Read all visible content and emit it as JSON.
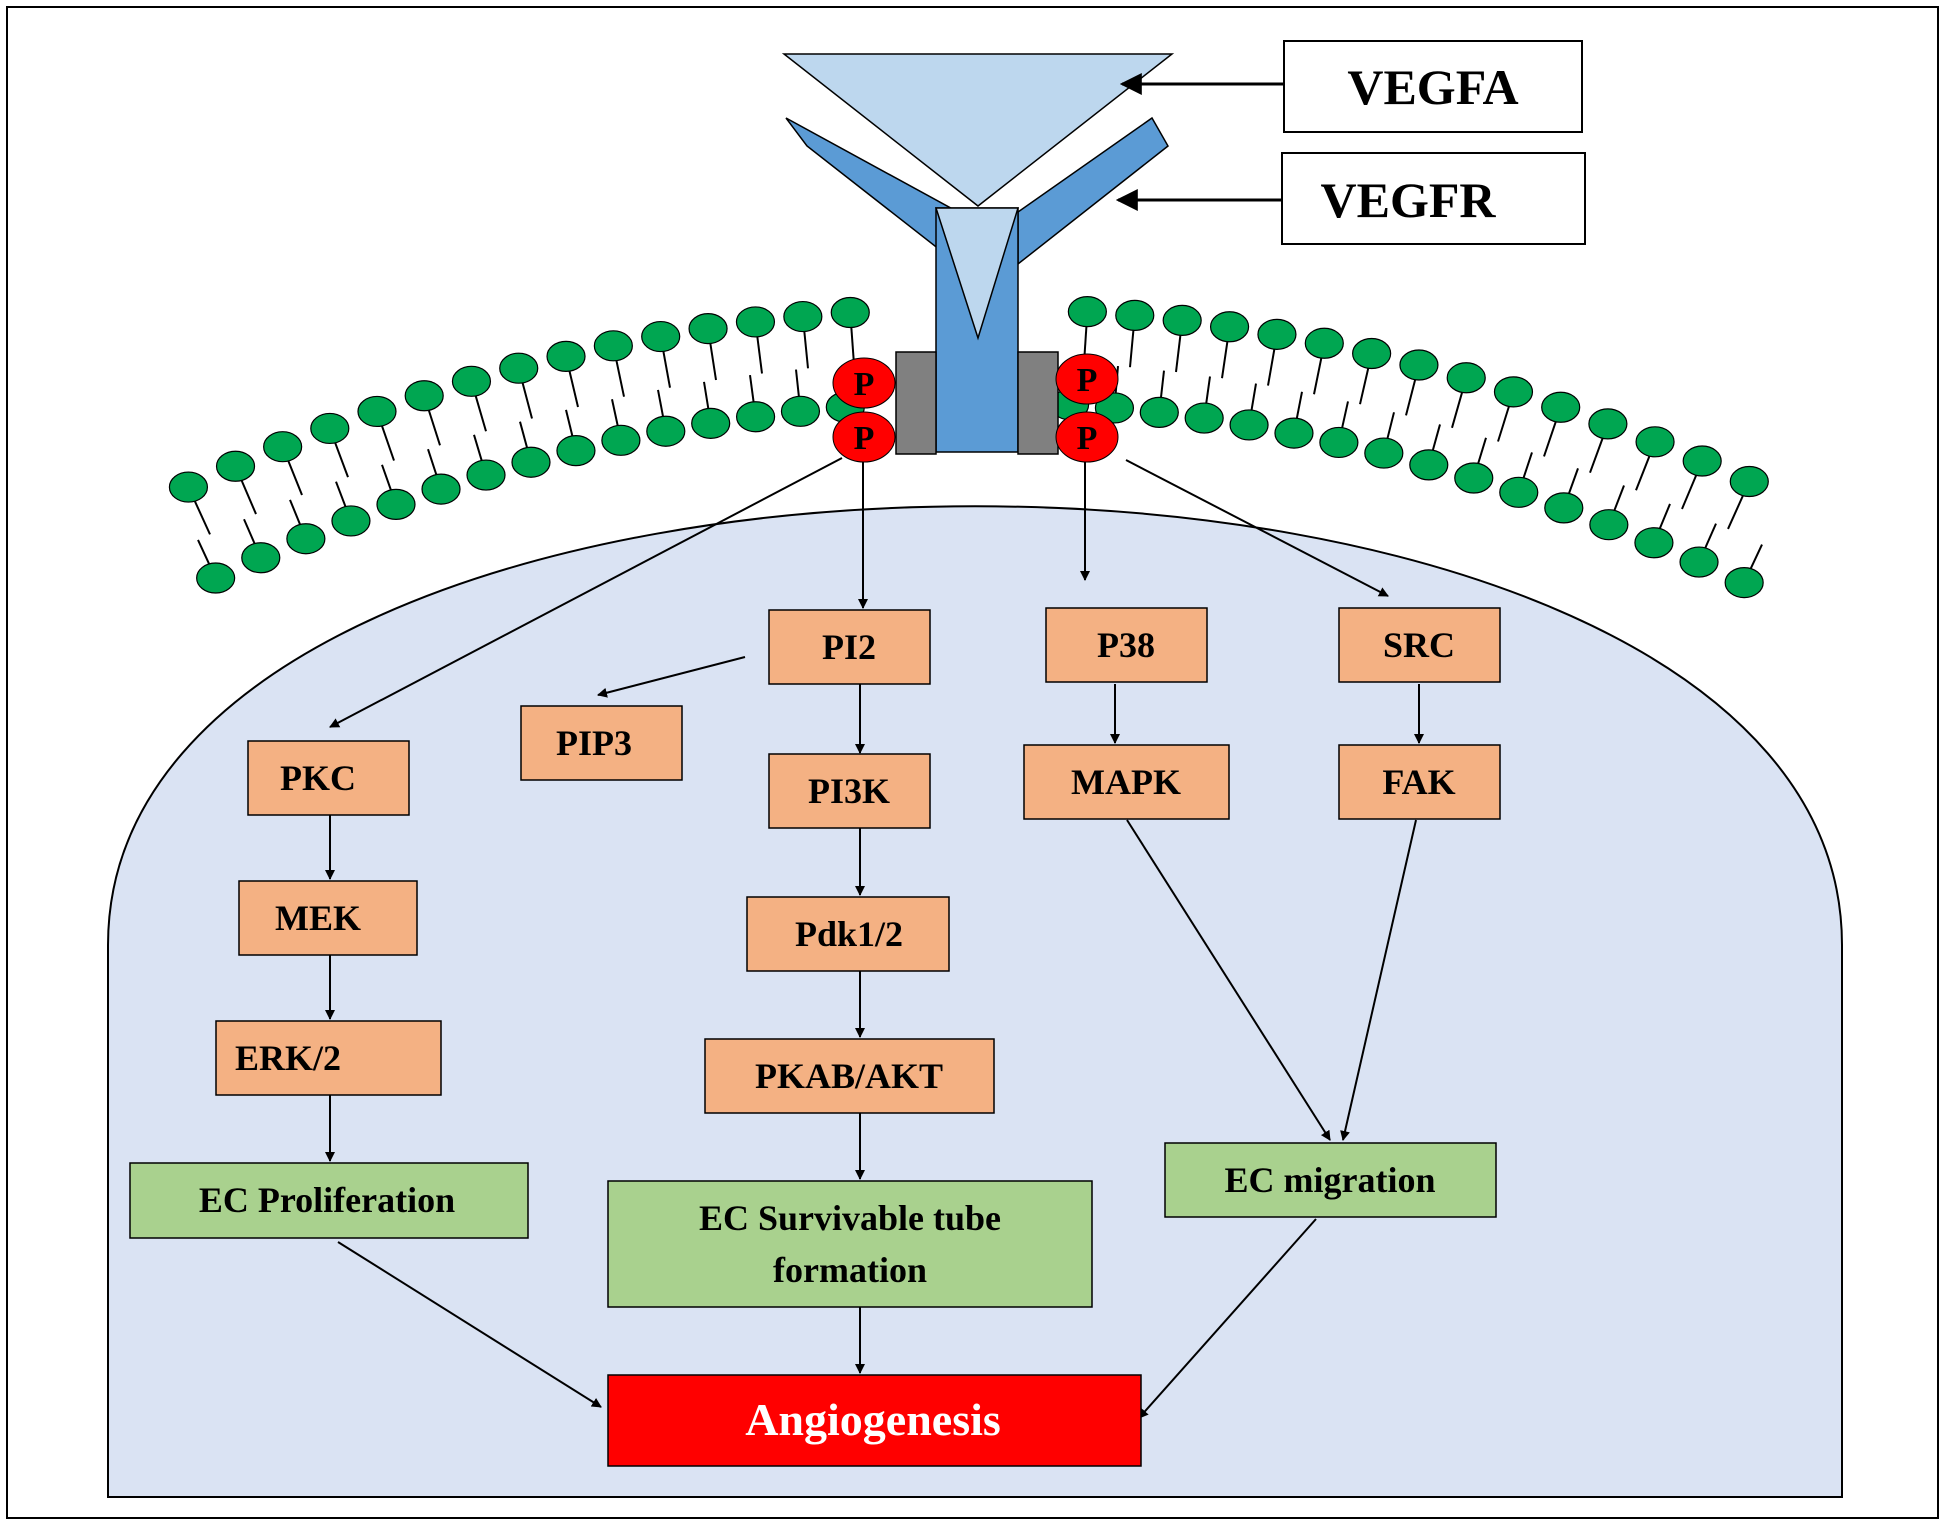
{
  "labels": {
    "vegfa": "VEGFA",
    "vegfr": "VEGFR",
    "phospho": "P"
  },
  "nodes": {
    "pi2": "PI2",
    "pip3": "PIP3",
    "pi3k": "PI3K",
    "pdk": "Pdk1/2",
    "pkab": "PKAB/AKT",
    "pkc": "PKC",
    "mek": "MEK",
    "erk": "ERK/2",
    "p38": "P38",
    "mapk": "MAPK",
    "src": "SRC",
    "fak": "FAK"
  },
  "outcomes": {
    "proliferation": "EC Proliferation",
    "survival_line1": "EC Survivable tube",
    "survival_line2": "formation",
    "migration": "EC migration",
    "angiogenesis": "Angiogenesis"
  },
  "colors": {
    "cytoplasm": "#dae3f3",
    "signal_box": "#f4b183",
    "outcome_box": "#a9d18e",
    "angiogenesis_box": "#ff0000",
    "lipid_head": "#00a651",
    "phospho": "#ff0000",
    "receptor": "#5b9bd5",
    "ligand": "#bdd7ee",
    "membrane_anchor": "#808080"
  }
}
